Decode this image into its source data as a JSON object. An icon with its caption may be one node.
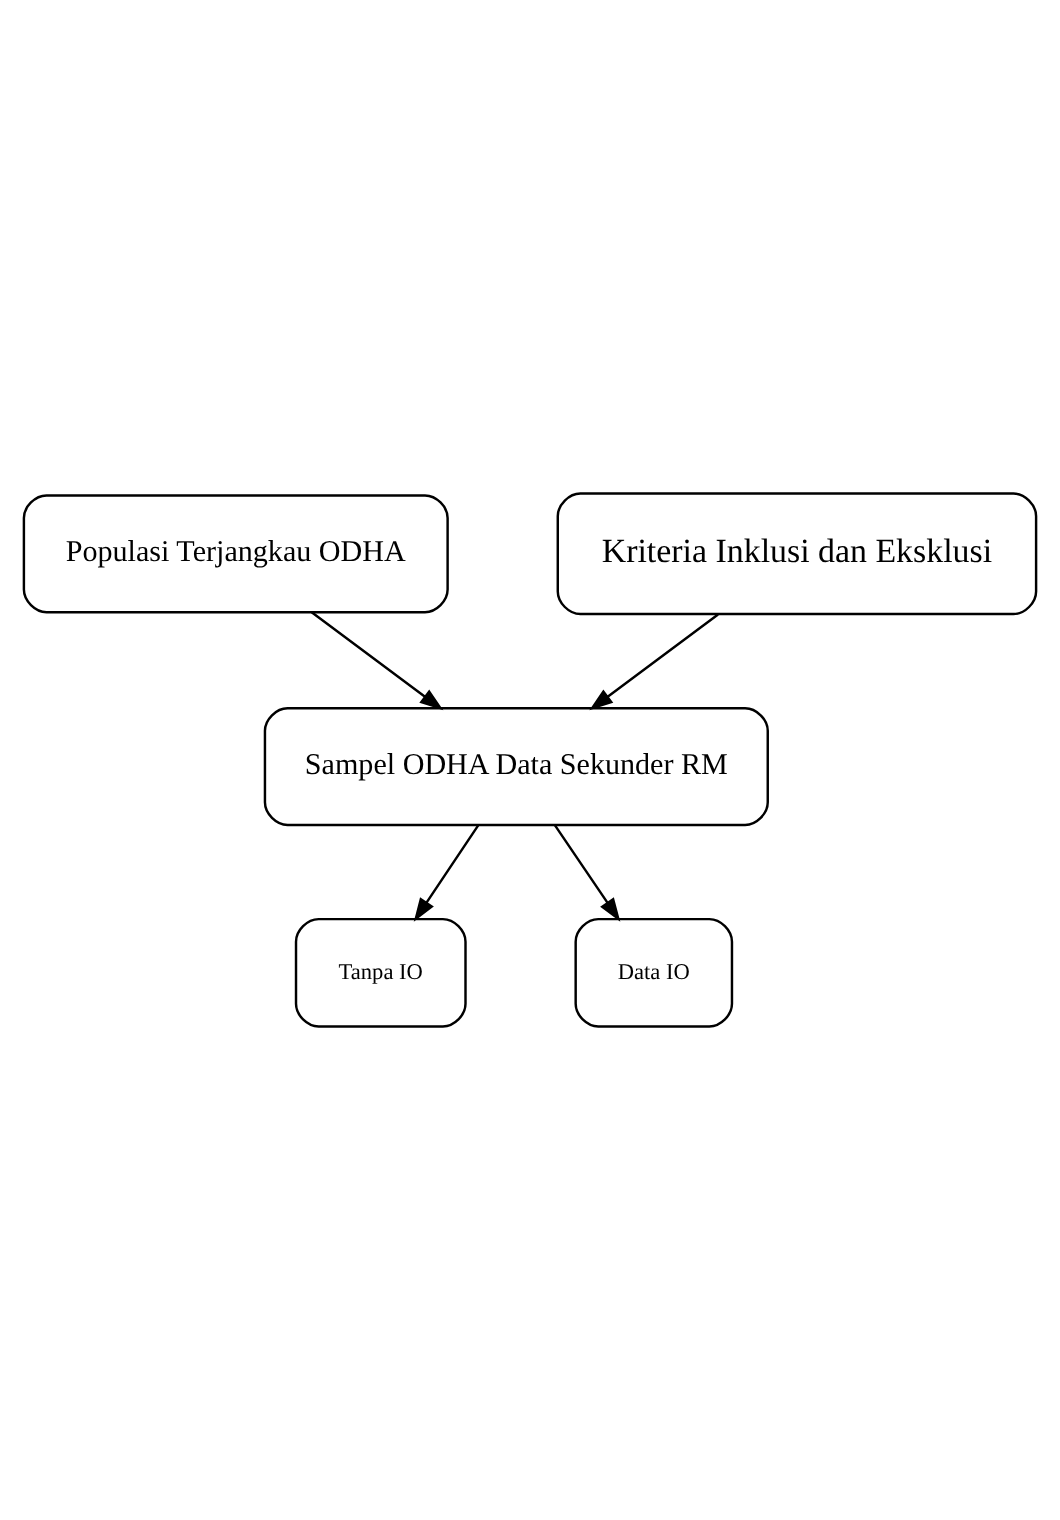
{
  "diagram": {
    "nodes": [
      {
        "text": [
          "Populasi Terjangkau ODHA"
        ]
      },
      {
        "text": [
          "Kriteria Inklusi dan Eksklusi"
        ]
      },
      {
        "text": [
          "Sampel ODHA Data Sekunder RM"
        ]
      },
      {
        "text": [
          "Tanpa IO"
        ]
      },
      {
        "text": [
          "Data IO"
        ]
      }
    ],
    "edges": [
      {
        "from": 0,
        "to": 2,
        "arrow": "to"
      },
      {
        "from": 1,
        "to": 2,
        "arrow": "to"
      },
      {
        "from": 2,
        "to": 3,
        "arrow": "to"
      },
      {
        "from": 2,
        "to": 4,
        "arrow": "to"
      }
    ]
  }
}
